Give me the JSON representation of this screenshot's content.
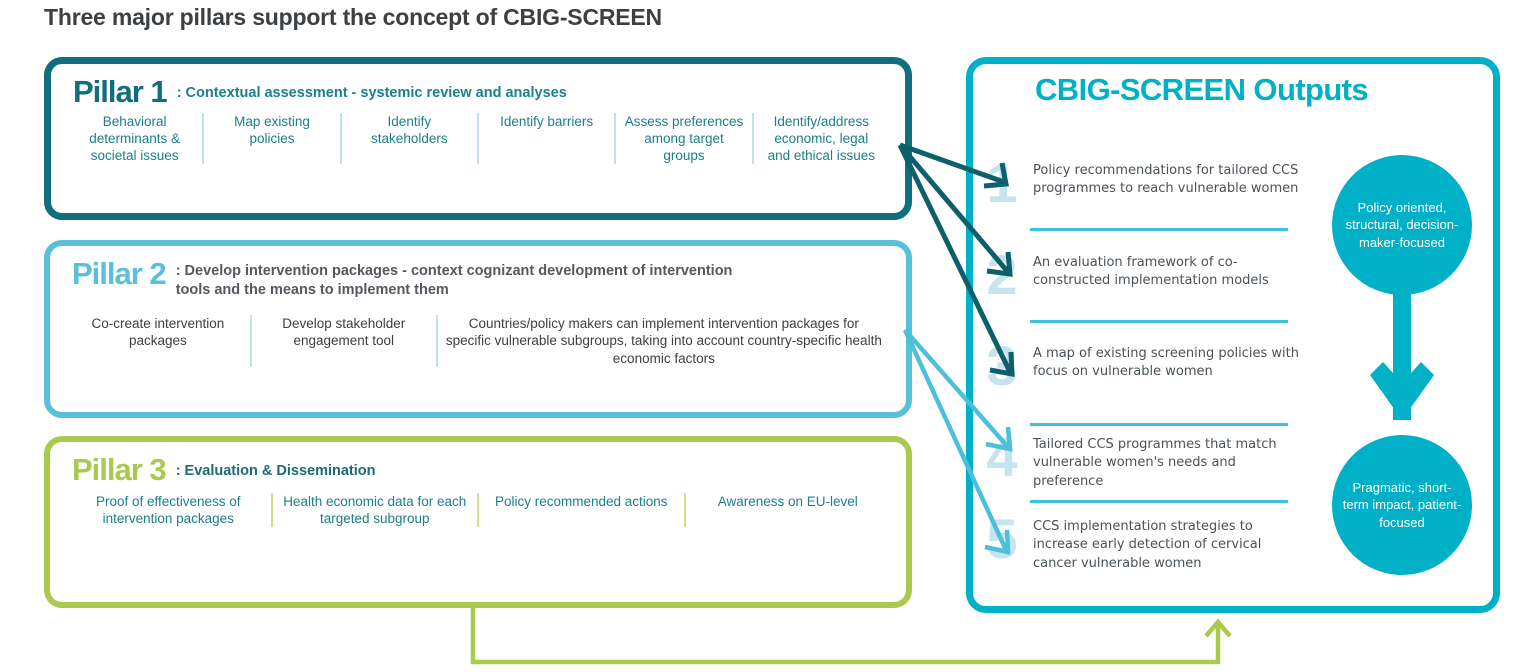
{
  "page": {
    "title": "Three major pillars support the concept of CBIG-SCREEN"
  },
  "colors": {
    "pillar1": "#116e7c",
    "pillar2": "#58c0d8",
    "pillar3": "#aac94f",
    "outputs_border": "#00b0c7",
    "number_grey_blue": "#c6e4ee",
    "separator": "#3fc2dc",
    "circle_fill": "#00b0c7",
    "body_text": "#4a5258"
  },
  "pillars": [
    {
      "name": "Pillar 1",
      "subtitle": ": Contextual assessment - systemic review and analyses",
      "items": [
        "Behavioral determinants & societal issues",
        "Map existing policies",
        "Identify stakeholders",
        "Identify barriers",
        "Assess preferences among target groups",
        "Identify/address economic, legal and ethical issues"
      ]
    },
    {
      "name": "Pillar 2",
      "subtitle": ": Develop intervention packages - context cognizant development of intervention tools and the means to implement them",
      "items": [
        "Co-create intervention packages",
        "Develop stakeholder engagement tool",
        "Countries/policy makers can implement intervention packages for specific vulnerable subgroups, taking into account country-specific health economic factors"
      ]
    },
    {
      "name": "Pillar 3",
      "subtitle": ": Evaluation & Dissemination",
      "items": [
        "Proof of effectiveness of intervention packages",
        "Health economic data for each targeted subgroup",
        "Policy recommended actions",
        "Awareness on EU-level"
      ]
    }
  ],
  "outputs": {
    "title": "CBIG-SCREEN Outputs",
    "items": [
      {
        "number": "1",
        "text": "Policy recommendations for tailored CCS programmes to reach vulnerable women"
      },
      {
        "number": "2",
        "text": "An evaluation framework of co-constructed implementation models"
      },
      {
        "number": "3",
        "text": "A map of existing screening policies with focus on vulnerable women"
      },
      {
        "number": "4",
        "text": "Tailored CCS programmes that match vulnerable women's needs and preference"
      },
      {
        "number": "5",
        "text": "CCS implementation strategies to increase early detection of cervical cancer vulnerable women"
      }
    ]
  },
  "circles": [
    {
      "text": "Policy oriented, structural, decision-maker-focused"
    },
    {
      "text": "Pragmatic, short-term impact, patient-focused"
    }
  ]
}
